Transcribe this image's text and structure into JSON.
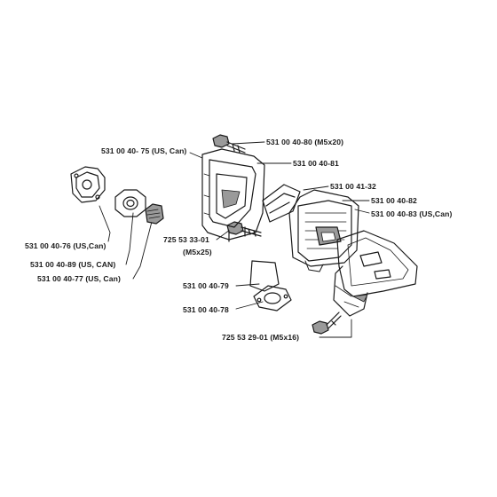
{
  "colors": {
    "ink": "#1a1a1a",
    "paper": "#ffffff",
    "shade": "#9a9a9a"
  },
  "labels": {
    "p_75": "531 00 40- 75 (US, Can)",
    "p_80": "531 00 40-80 (M5x20)",
    "p_81": "531 00 40-81",
    "p_4132": "531 00 41-32",
    "p_82": "531 00 40-82",
    "p_83": "531 00 40-83 (US,Can)",
    "p_7253301_a": "725 53 33-01",
    "p_7253301_b": "(M5x25)",
    "p_76": "531 00 40-76 (US,Can)",
    "p_89": "531 00 40-89 (US, CAN)",
    "p_77": "531 00 40-77 (US, Can)",
    "p_79": "531 00 40-79",
    "p_78": "531 00 40-78",
    "p_7255329": "725 53 29-01 (M5x16)"
  }
}
